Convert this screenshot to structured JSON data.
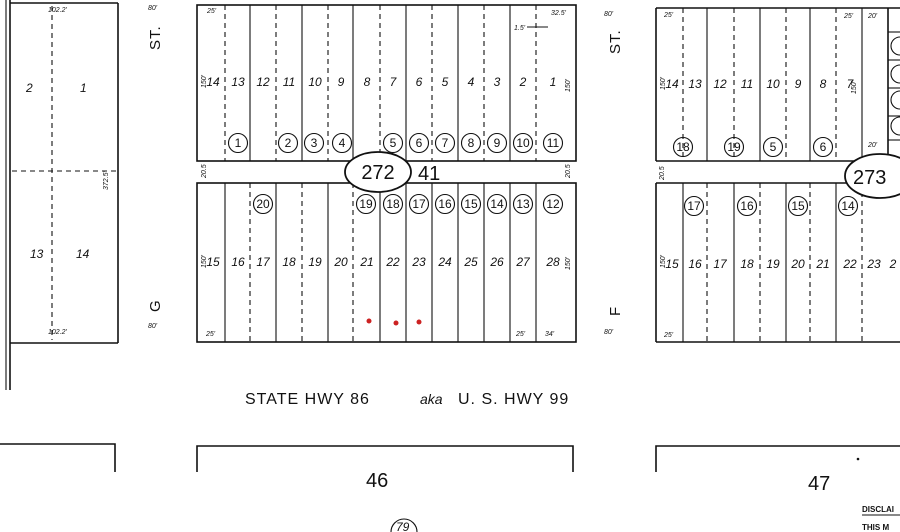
{
  "map": {
    "streets": {
      "g_st_top": "ST.",
      "g_st_bottom": "G",
      "f_st_top": "ST.",
      "f_st_bottom": "F"
    },
    "street_widths": {
      "g_top": "80'",
      "g_bottom": "80'",
      "f_top": "80'",
      "f_bottom": "80'"
    },
    "highway": {
      "name": "STATE HWY 86",
      "aka": "aka",
      "alt": "U. S. HWY 99"
    },
    "book_page_main": "272",
    "book_page_suffix": "41",
    "book_page_right": "273",
    "blocks_below": {
      "left": "46",
      "right": "47"
    },
    "left_block": {
      "dim_top": "102.2'",
      "dim_bottom": "102.2'",
      "dim_side": "372.5'",
      "lots": [
        "2",
        "1",
        "13",
        "14"
      ]
    },
    "main_block": {
      "top_lots": [
        "14",
        "13",
        "12",
        "11",
        "10",
        "9",
        "8",
        "7",
        "6",
        "5",
        "4",
        "3",
        "2",
        "1"
      ],
      "top_parcels": [
        "1",
        "2",
        "3",
        "4",
        "5",
        "6",
        "7",
        "8",
        "9",
        "10",
        "11"
      ],
      "bottom_lots": [
        "15",
        "16",
        "17",
        "18",
        "19",
        "20",
        "21",
        "22",
        "23",
        "24",
        "25",
        "26",
        "27",
        "28"
      ],
      "bottom_parcels": [
        "20",
        "19",
        "18",
        "17",
        "16",
        "15",
        "14",
        "13",
        "12"
      ],
      "dims": {
        "top_left": "25'",
        "top_right": "32.5'",
        "small": "1.5'",
        "depth_left_top": "150'",
        "depth_right_top": "150'",
        "alley_left": "20.5",
        "alley_right": "20.5",
        "depth_left_bottom": "150'",
        "depth_right_bottom": "150'",
        "bottom_left": "25'",
        "bottom_mid": "25'",
        "bottom_right": "34'"
      }
    },
    "right_block": {
      "top_lots": [
        "14",
        "13",
        "12",
        "11",
        "10",
        "9",
        "8",
        "7"
      ],
      "top_parcels": [
        "18",
        "19",
        "5",
        "6"
      ],
      "bottom_lots": [
        "15",
        "16",
        "17",
        "18",
        "19",
        "20",
        "21",
        "22",
        "23",
        "2"
      ],
      "bottom_parcels": [
        "17",
        "16",
        "15",
        "14"
      ],
      "dims": {
        "top_left": "25'",
        "top_mid": "25'",
        "top_right": "20'",
        "depth_top": "150'",
        "depth_top2": "150'",
        "alley": "20.5",
        "small": "20'",
        "depth_bottom": "150'",
        "bottom_left": "25'"
      }
    },
    "bottom_parcel": "79",
    "disclaimer": {
      "line1": "DISCLAI",
      "line2": "THIS M"
    },
    "colors": {
      "ink": "#111111",
      "marker": "#cc2222"
    }
  }
}
